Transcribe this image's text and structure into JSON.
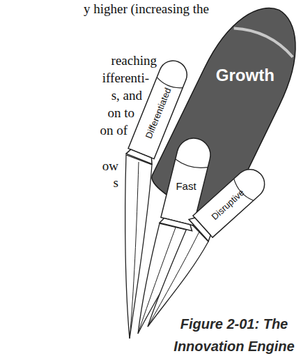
{
  "diagram": {
    "caption": "Figure 2-01: The Innovation Engine",
    "nodes": [
      {
        "text": [
          "Growth"
        ]
      },
      {
        "text": [
          "Differentiated"
        ]
      },
      {
        "text": [
          "Fast"
        ]
      },
      {
        "text": [
          "Disruptive"
        ]
      }
    ],
    "labels": [
      "y higher (increasing the",
      "reaching",
      "ifferenti-",
      "s, and",
      "on to",
      "on of",
      "ow",
      "s"
    ]
  }
}
